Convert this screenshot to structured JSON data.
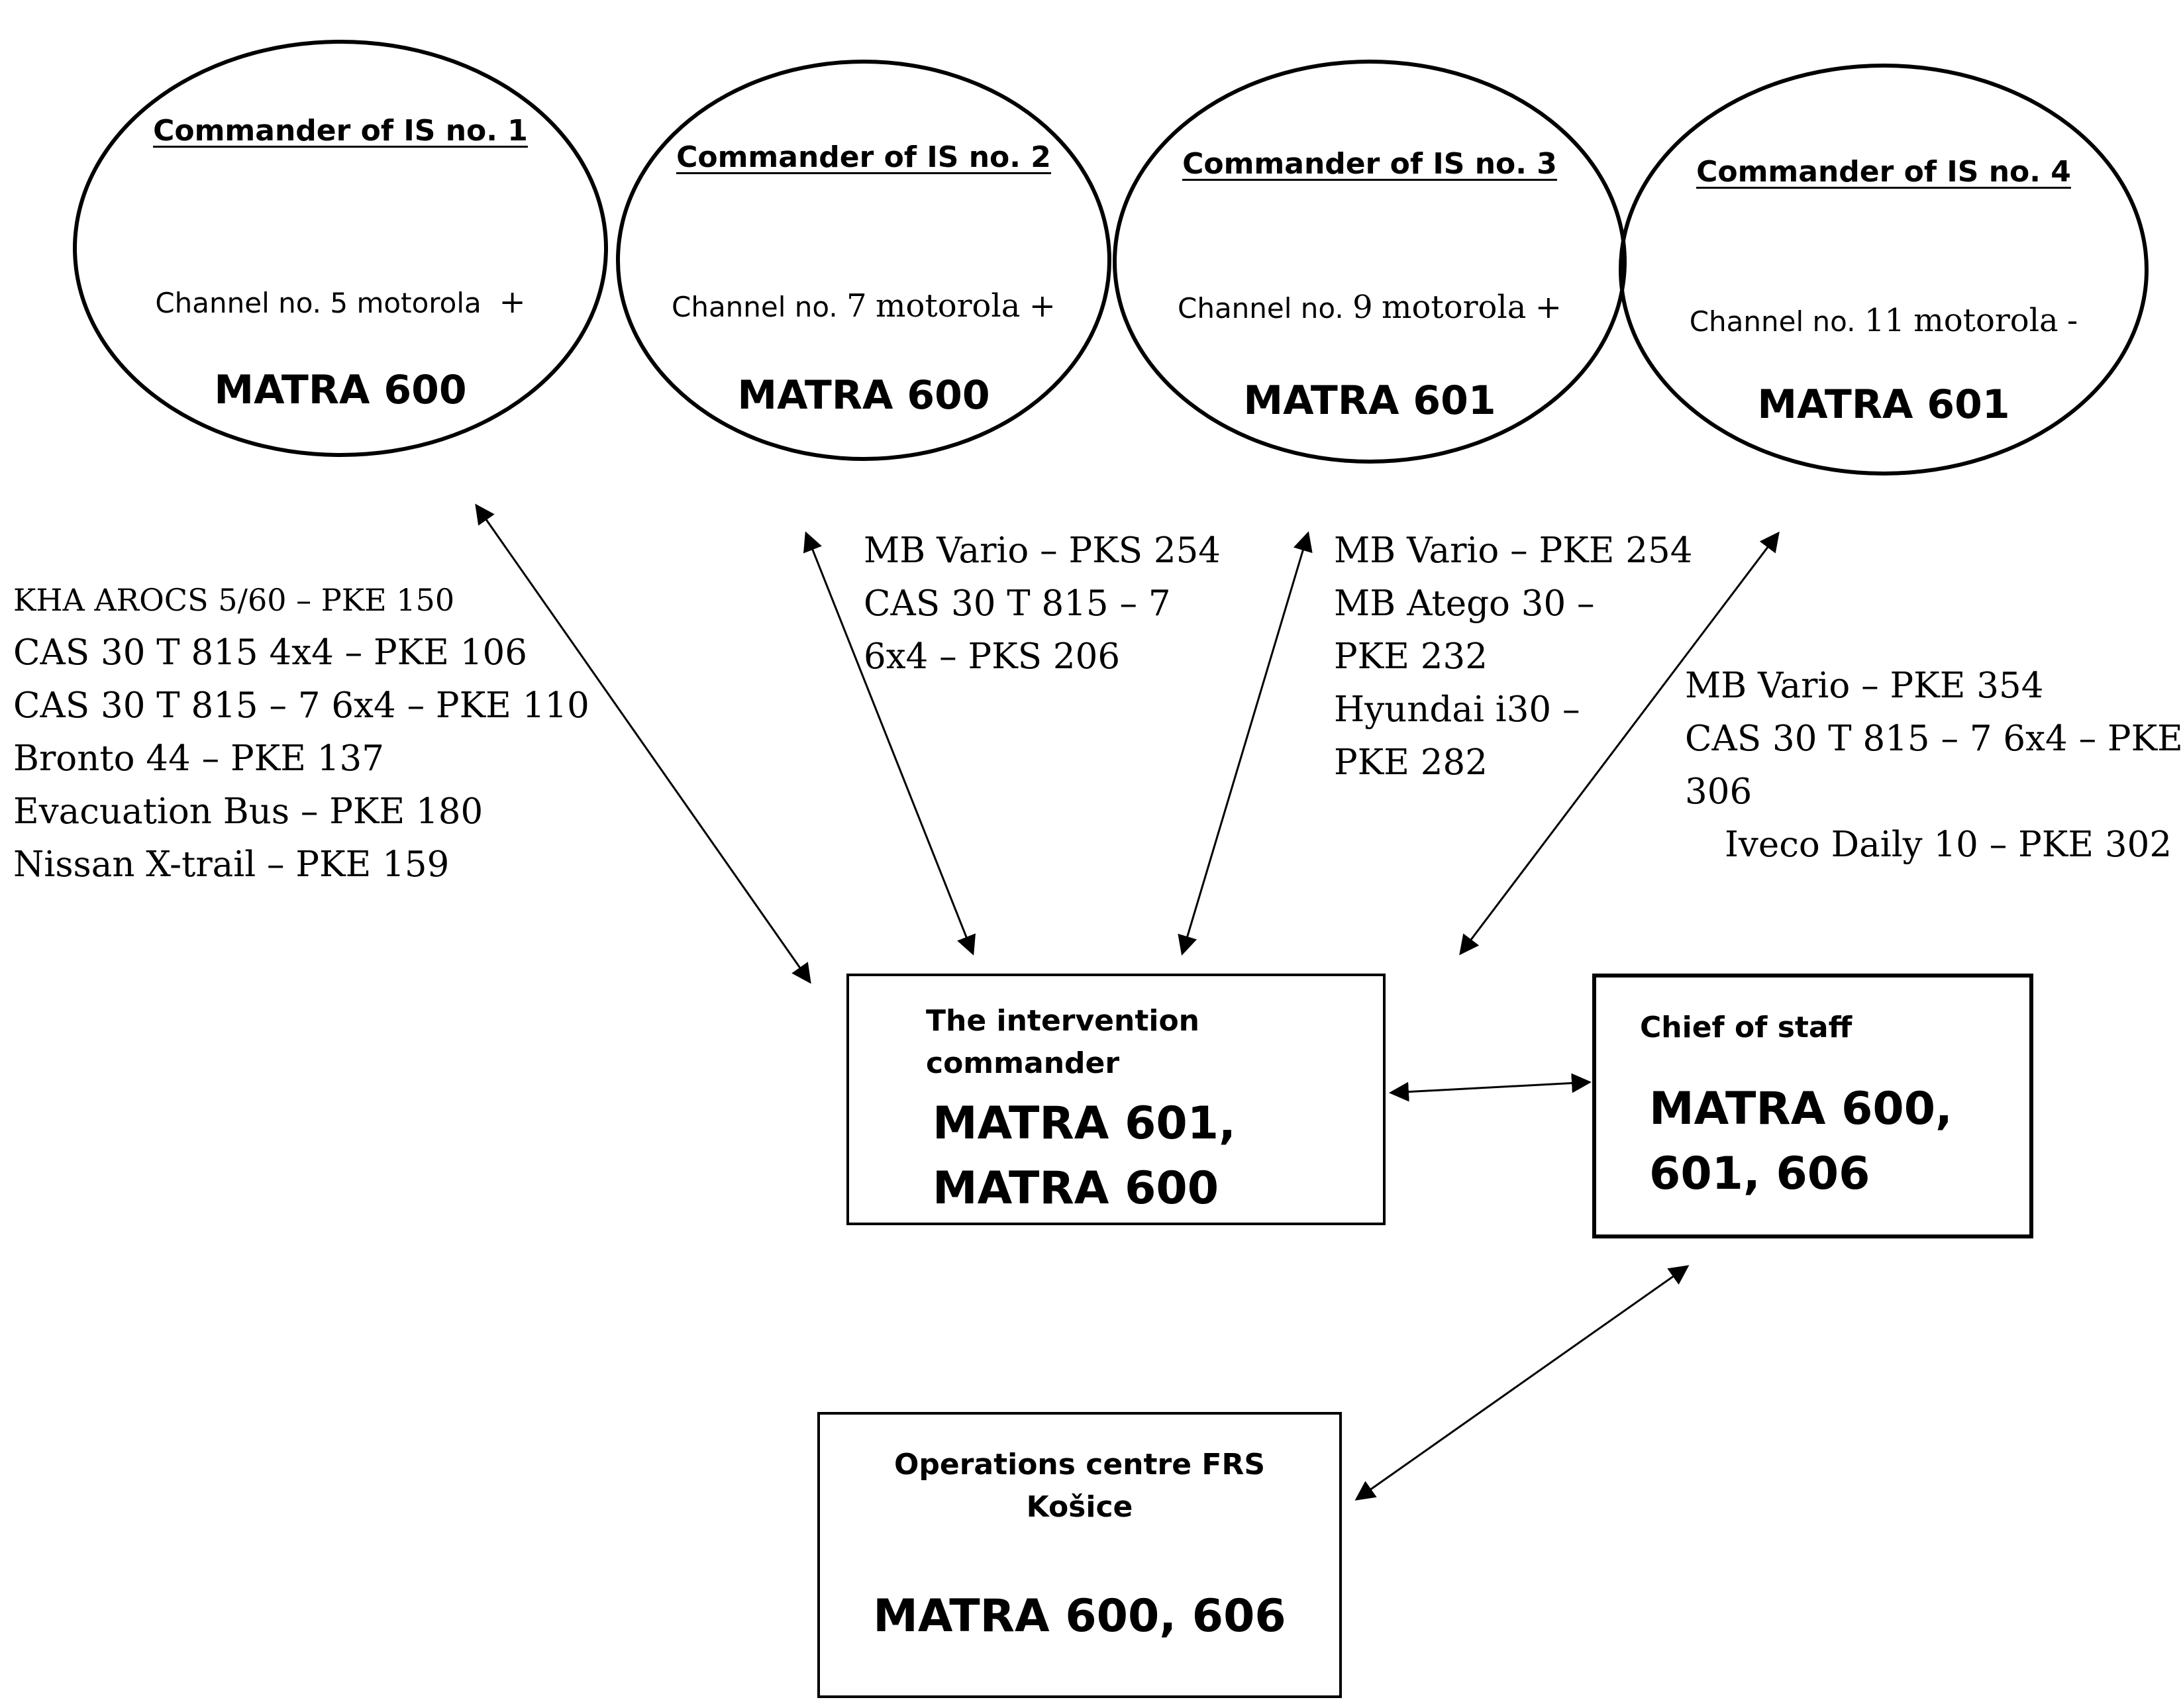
{
  "commanders": [
    {
      "title": "Commander of IS no. 1",
      "channel_prefix": "Channel no.",
      "channel_number": "5",
      "channel_suffix": "motorola",
      "sign": "+",
      "matra": "MATRA 600"
    },
    {
      "title": "Commander of IS no. 2",
      "channel_prefix": "Channel no.",
      "channel_number": "7",
      "channel_suffix": "motorola",
      "sign": "+",
      "matra": "MATRA 600"
    },
    {
      "title": "Commander of IS no. 3",
      "channel_prefix": "Channel no.",
      "channel_number": "9",
      "channel_suffix": "motorola",
      "sign": "+",
      "matra": "MATRA 601"
    },
    {
      "title": "Commander of IS no. 4",
      "channel_prefix": "Channel no.",
      "channel_number": "11",
      "channel_suffix": "motorola",
      "sign": "-",
      "matra": "MATRA 601"
    }
  ],
  "vehicle_groups": [
    {
      "lines": [
        "KHA AROCS 5/60 – PKE 150",
        "CAS 30 T 815 4x4 – PKE 106",
        "CAS 30 T 815 – 7 6x4 – PKE 110",
        "Bronto 44 – PKE 137",
        "Evacuation Bus – PKE 180",
        "Nissan X-trail – PKE 159"
      ]
    },
    {
      "lines": [
        "MB Vario – PKS 254",
        "CAS 30 T 815 – 7",
        "6x4 – PKS 206"
      ]
    },
    {
      "lines": [
        "MB Vario – PKE 254",
        "MB Atego 30 –",
        "PKE 232",
        "Hyundai i30 –",
        "PKE 282"
      ]
    },
    {
      "lines": [
        "MB Vario – PKE 354",
        "CAS 30 T 815 – 7 6x4 – PKE",
        "306",
        "Iveco Daily 10 – PKE 302"
      ]
    }
  ],
  "intervention_commander": {
    "title_line1": "The intervention",
    "title_line2": "commander",
    "matra_line1": "MATRA 601,",
    "matra_line2": "MATRA 600"
  },
  "chief_of_staff": {
    "title": "Chief of staff",
    "matra_line1": "MATRA 600,",
    "matra_line2": "601, 606"
  },
  "operations_centre": {
    "title_line1": "Operations centre FRS",
    "title_line2": "Košice",
    "matra": "MATRA 600, 606"
  }
}
